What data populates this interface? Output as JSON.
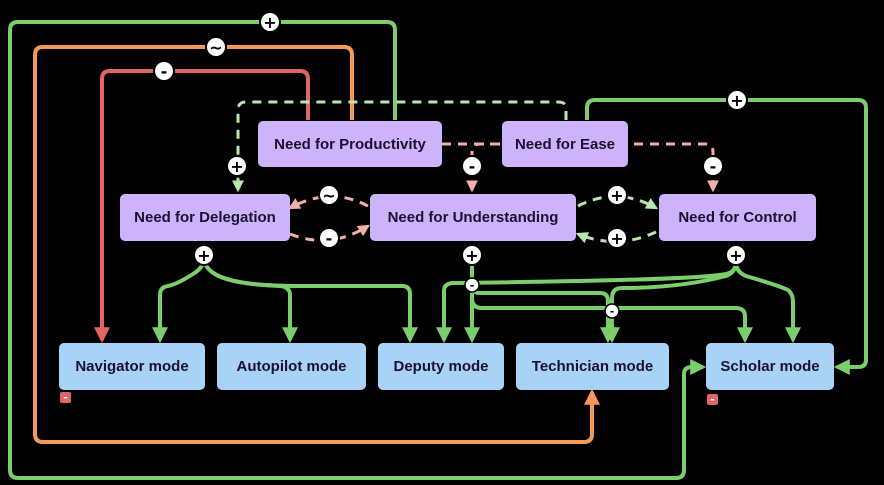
{
  "nodes": {
    "productivity": "Need for Productivity",
    "ease": "Need for Ease",
    "delegation": "Need for Delegation",
    "understanding": "Need for Understanding",
    "control": "Need for Control",
    "navigator": "Navigator mode",
    "autopilot": "Autopilot mode",
    "deputy": "Deputy mode",
    "technician": "Technician mode",
    "scholar": "Scholar mode"
  },
  "signs": {
    "plus": "+",
    "minus": "-",
    "tilde": "~"
  },
  "colors": {
    "background": "#000000",
    "need_node": "#cdb4fa",
    "mode_node": "#a8d3f7",
    "positive_edge": "#7ccd6b",
    "negative_edge": "#e06666",
    "mixed_edge": "#f39a58",
    "dashed_positive": "#b9e6ae",
    "dashed_negative": "#f2b0a8"
  }
}
